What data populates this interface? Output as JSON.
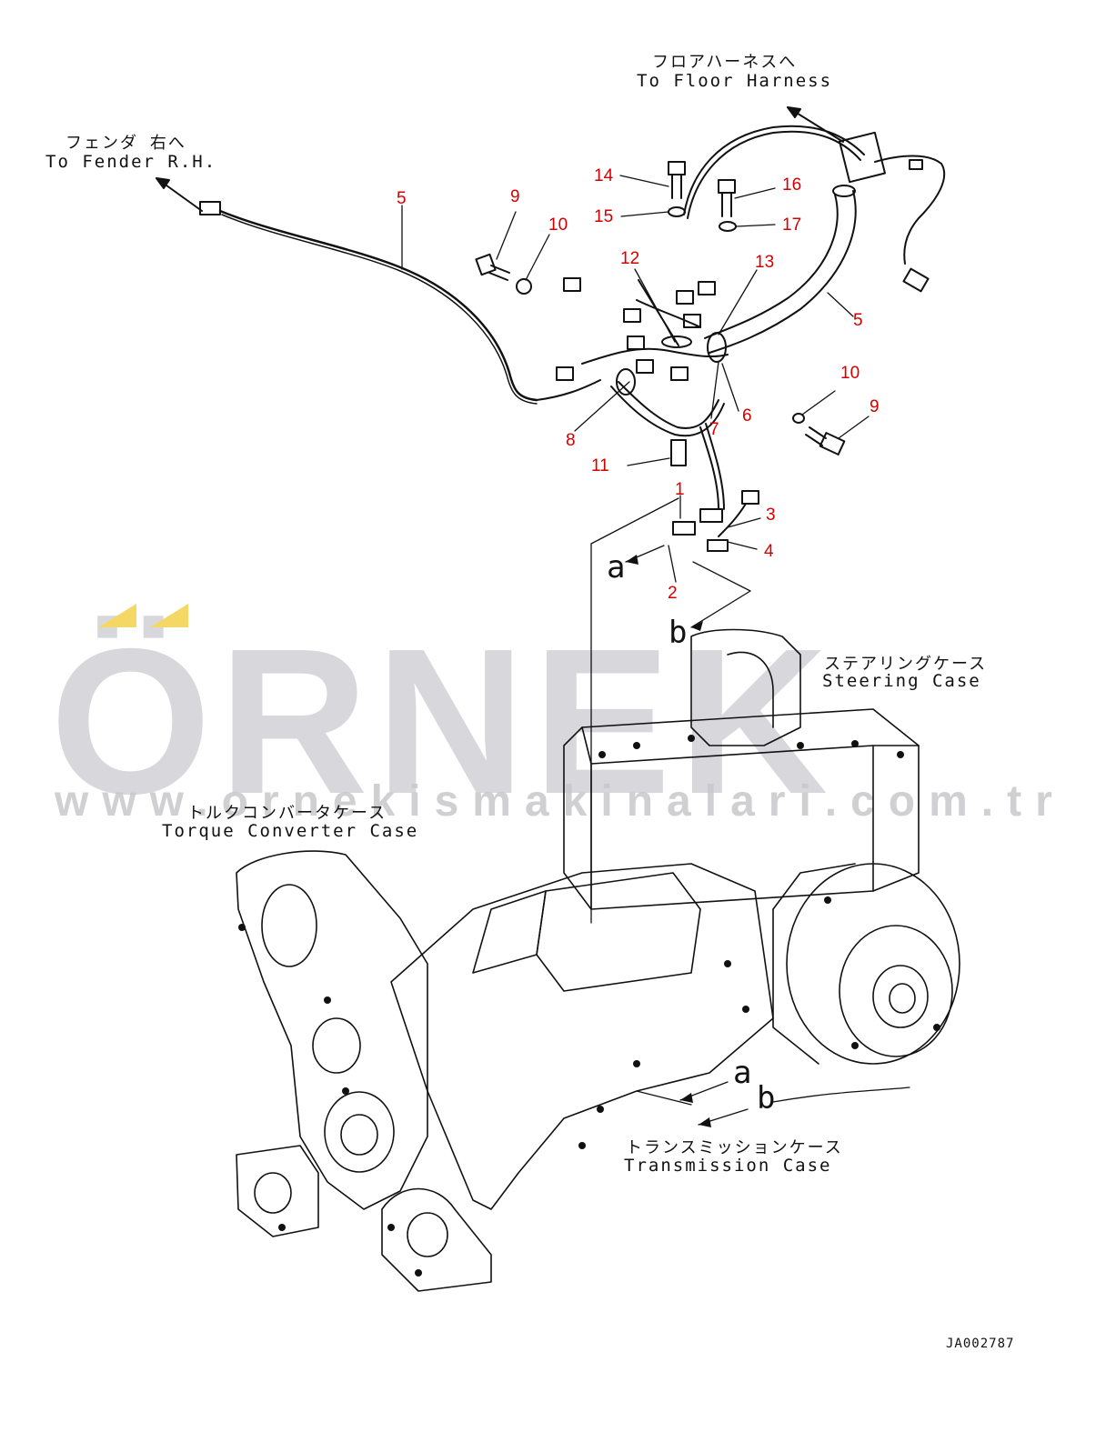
{
  "watermark": {
    "brand": "ÖRNEK",
    "url": "www.ornekismakinalari.com.tr",
    "accent_color": "#f5d766",
    "text_color": "#c9c9cd"
  },
  "destinations": {
    "floor_harness_jp": "フロアハーネスへ",
    "floor_harness_en": "To Floor Harness",
    "fender_jp": "フェンダ 右へ",
    "fender_en": "To Fender R.H."
  },
  "cases": {
    "steering_jp": "ステアリングケース",
    "steering_en": "Steering Case",
    "torque_jp": "トルクコンバータケース",
    "torque_en": "Torque Converter Case",
    "transmission_jp": "トランスミッションケース",
    "transmission_en": "Transmission Case"
  },
  "callouts": [
    "1",
    "2",
    "3",
    "4",
    "5",
    "5",
    "6",
    "7",
    "8",
    "9",
    "9",
    "10",
    "10",
    "11",
    "12",
    "13",
    "14",
    "15",
    "16",
    "17"
  ],
  "view_letters": [
    "a",
    "b",
    "a",
    "b"
  ],
  "drawing_id": "JA002787",
  "colors": {
    "callout": "#d40000",
    "line": "#111111",
    "wm_text": "#d2d2d6"
  }
}
